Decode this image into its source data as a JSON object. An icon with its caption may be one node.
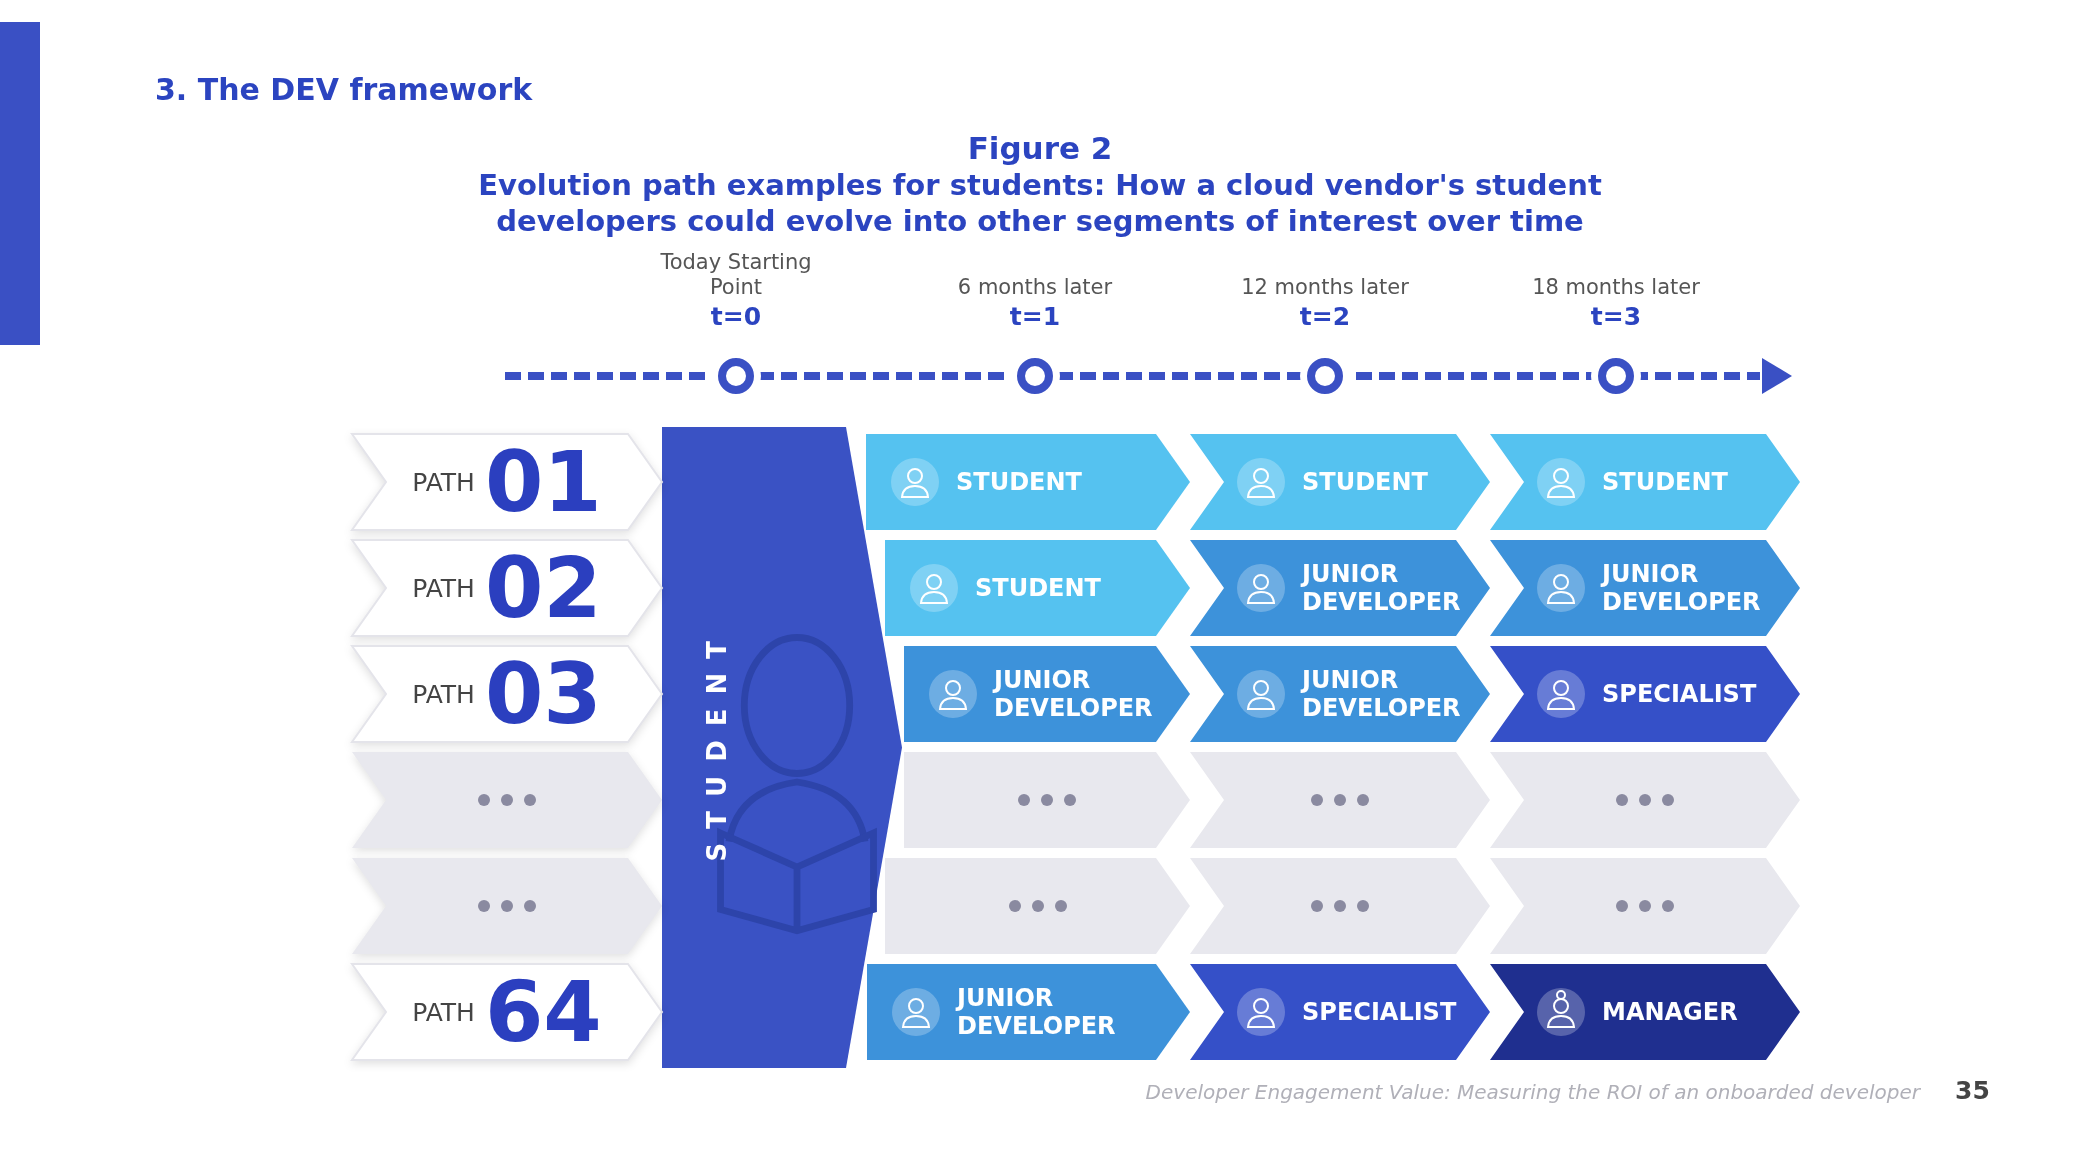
{
  "diagram": {
    "title": "3. The DEV framework",
    "nodes": [
      {
        "text": [
          "STUDENT"
        ]
      },
      {
        "text": [
          "PATH",
          "01"
        ]
      },
      {
        "text": [
          "STUDENT"
        ]
      },
      {
        "text": [
          "STUDENT"
        ]
      },
      {
        "text": [
          "STUDENT"
        ]
      },
      {
        "text": [
          "PATH",
          "02"
        ]
      },
      {
        "text": [
          "STUDENT"
        ]
      },
      {
        "text": [
          "JUNIOR DEVELOPER"
        ]
      },
      {
        "text": [
          "JUNIOR DEVELOPER"
        ]
      },
      {
        "text": [
          "PATH",
          "03"
        ]
      },
      {
        "text": [
          "JUNIOR DEVELOPER"
        ]
      },
      {
        "text": [
          "JUNIOR DEVELOPER"
        ]
      },
      {
        "text": [
          "SPECIALIST"
        ]
      },
      {
        "text": [],
        "shape": "chevron"
      },
      {
        "text": [],
        "shape": "chevron"
      },
      {
        "text": [],
        "shape": "chevron"
      },
      {
        "text": [],
        "shape": "chevron"
      },
      {
        "text": [],
        "shape": "chevron"
      },
      {
        "text": [],
        "shape": "chevron"
      },
      {
        "text": [],
        "shape": "chevron"
      },
      {
        "text": [],
        "shape": "chevron"
      },
      {
        "text": [
          "PATH",
          "64"
        ]
      },
      {
        "text": [
          "JUNIOR DEVELOPER"
        ]
      },
      {
        "text": [
          "SPECIALIST"
        ]
      },
      {
        "text": [
          "MANAGER"
        ]
      }
    ],
    "labels": [
      "Figure 2",
      "Evolution path examples for students: How a cloud vendor's student developers could evolve into other segments of interest over time",
      "Today Starting Point",
      "t=0",
      "6 months later",
      "t=1",
      "12 months later",
      "t=2",
      "18 months later",
      "t=3",
      "Developer Engagement Value: Measuring the ROI of an onboarded developer",
      "35"
    ]
  }
}
